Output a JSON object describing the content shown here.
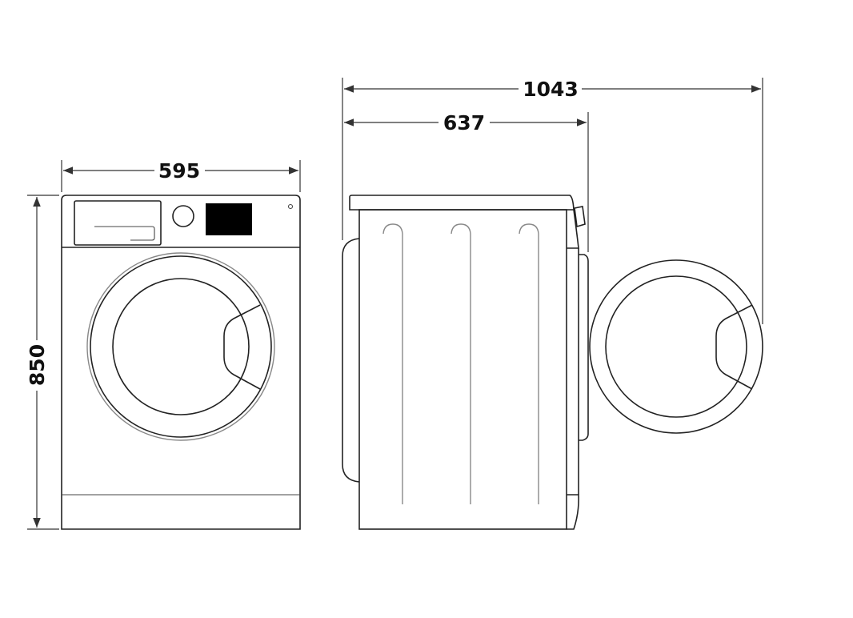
{
  "dimensions": {
    "front_width": "595",
    "height": "850",
    "depth": "637",
    "depth_door_open": "1043"
  },
  "views": [
    "front-view",
    "side-view"
  ]
}
